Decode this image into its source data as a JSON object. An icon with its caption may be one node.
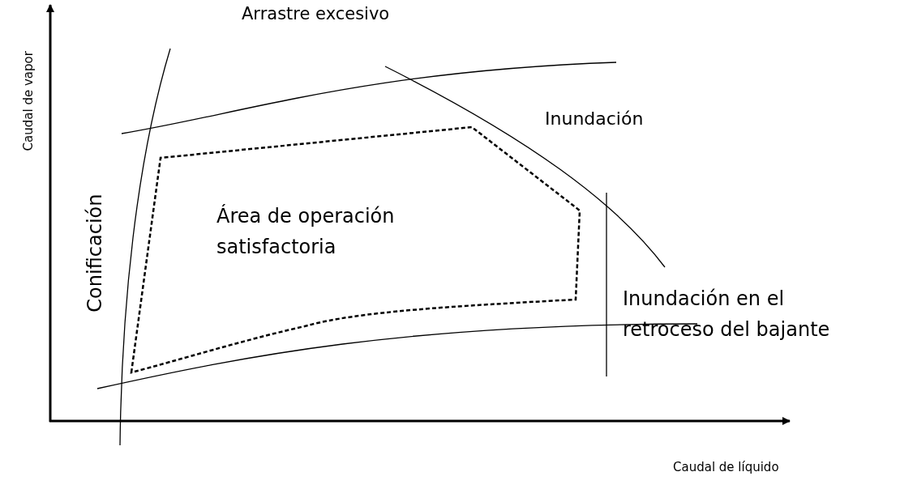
{
  "diagram": {
    "labels": [
      "Caudal de vapor",
      "Arrastre excesivo",
      "Inundación",
      "Conificación",
      "Área de operación satisfactoria",
      "Inundación en el retroceso del bajante",
      "Caudal de líquido"
    ]
  }
}
